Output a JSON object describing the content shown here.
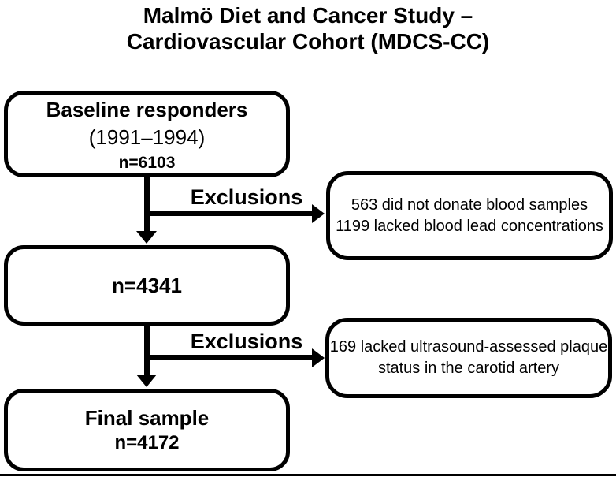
{
  "title": {
    "line1": "Malmö Diet and Cancer Study –",
    "line2": "Cardiovascular Cohort (MDCS-CC)"
  },
  "boxes": {
    "baseline": {
      "line1": "Baseline responders",
      "line2": "(1991–1994)",
      "line3": "n=6103"
    },
    "intermediate": {
      "label": "n=4341"
    },
    "final": {
      "line1": "Final sample",
      "line2": "n=4172"
    }
  },
  "exclusions": [
    {
      "label": "Exclusions",
      "line1": "563 did not donate blood samples",
      "line2": "1199 lacked blood lead concentrations"
    },
    {
      "label": "Exclusions",
      "line1": "169 lacked ultrasound-assessed plaque",
      "line2": "status in the carotid artery"
    }
  ],
  "colors": {
    "line": "#000000",
    "text": "#000000",
    "background": "#ffffff"
  }
}
